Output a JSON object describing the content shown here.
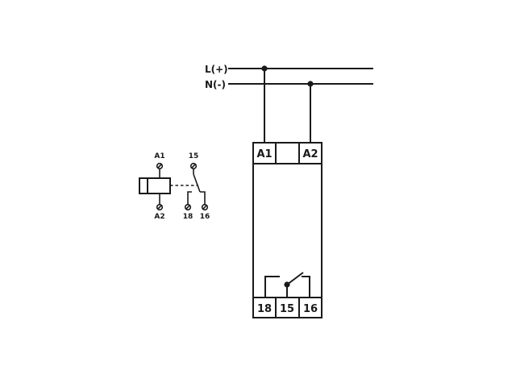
{
  "supply": {
    "line_plus": "L(+)",
    "line_minus": "N(-)"
  },
  "relay_block": {
    "top_terminals": [
      "A1",
      "",
      "A2"
    ],
    "bottom_terminals": [
      "18",
      "15",
      "16"
    ]
  },
  "symbol": {
    "coil_top": "A1",
    "coil_bottom": "A2",
    "contact_common": "15",
    "contact_nc": "18",
    "contact_no": "16"
  }
}
